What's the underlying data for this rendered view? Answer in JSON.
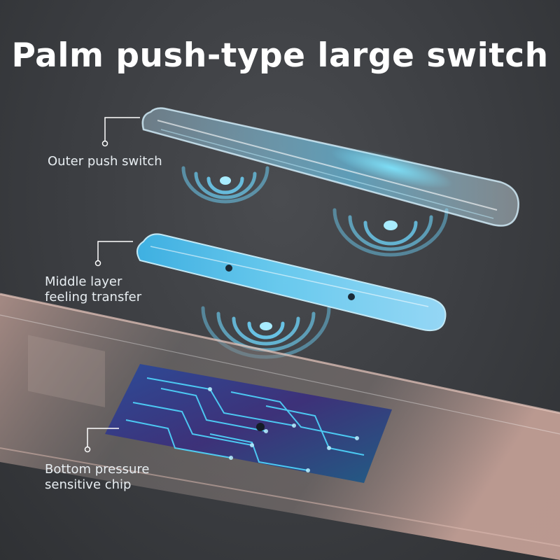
{
  "title": "Palm push-type large switch",
  "labels": {
    "outer": "Outer push switch",
    "middle_line1": "Middle layer",
    "middle_line2": "feeling transfer",
    "bottom_line1": "Bottom pressure",
    "bottom_line2": "sensitive chip"
  },
  "colors": {
    "background": "#3c3e42",
    "accent_glow": "#4fd8ff",
    "text": "#ffffff"
  }
}
